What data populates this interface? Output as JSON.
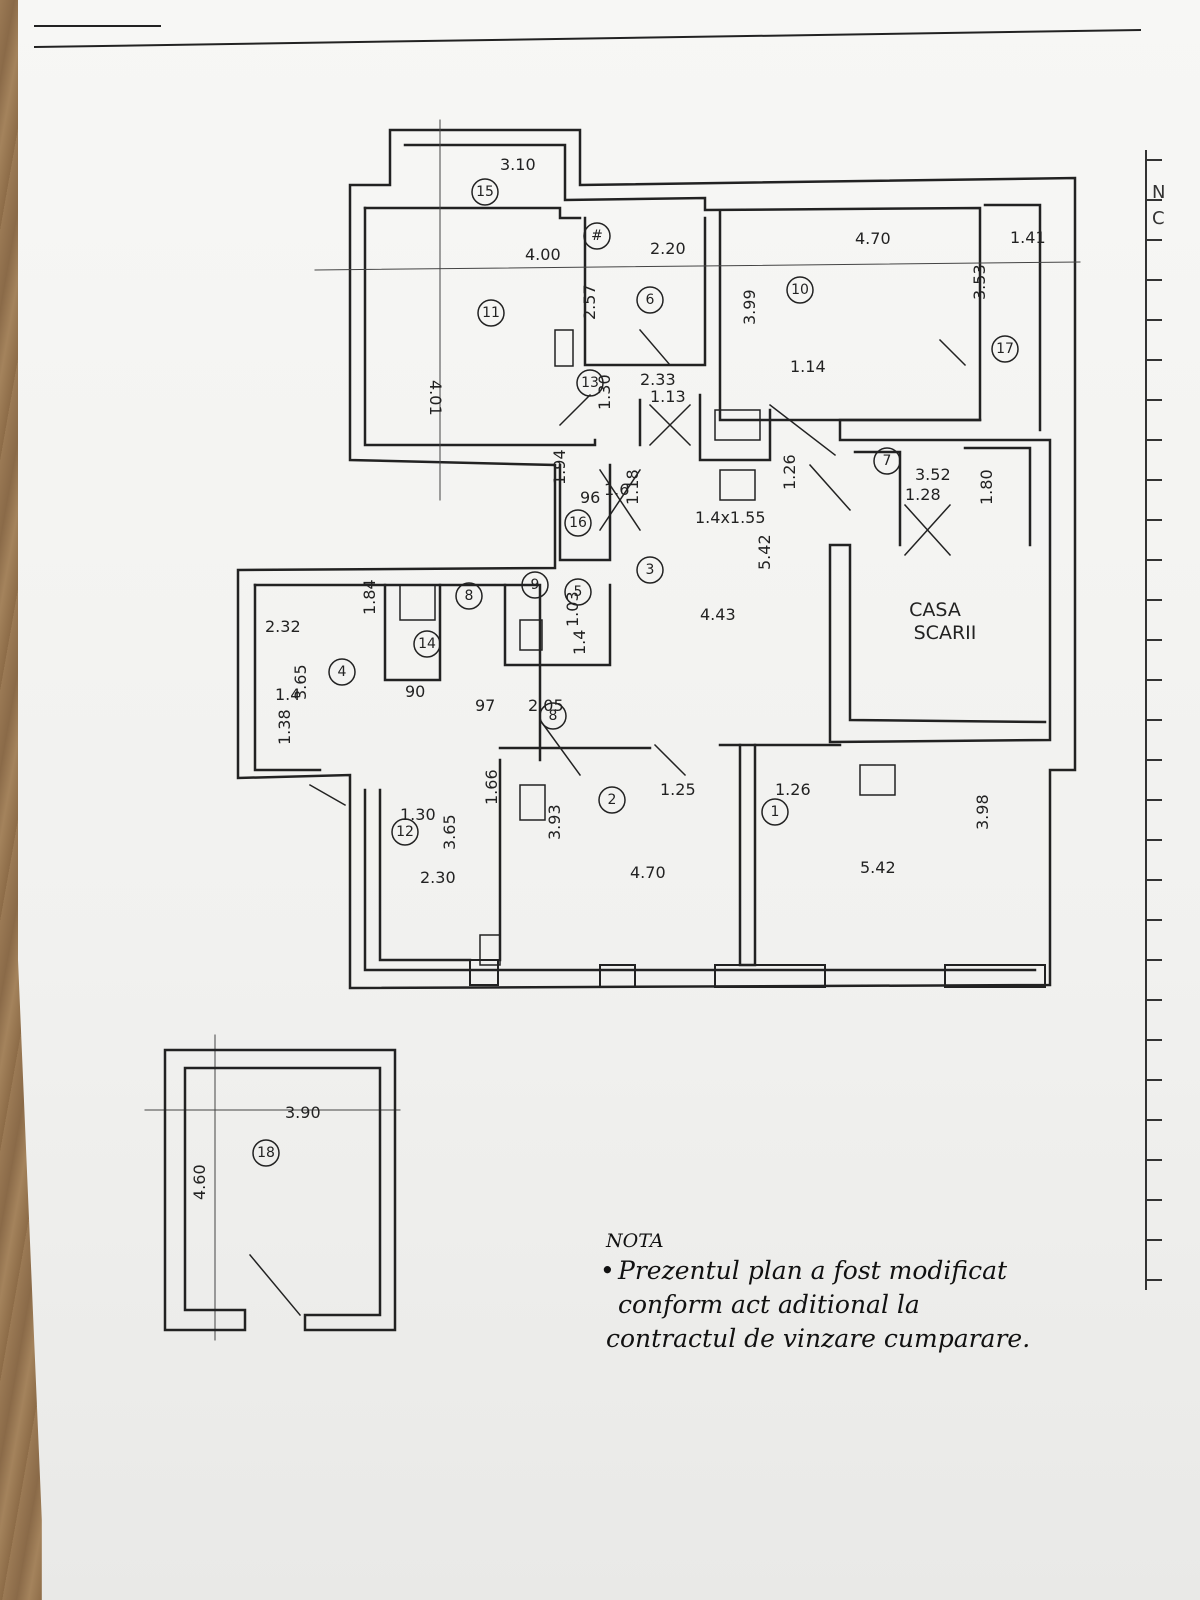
{
  "rooms": [
    {
      "id": "r1",
      "num": "1"
    },
    {
      "id": "r2",
      "num": "2"
    },
    {
      "id": "r3",
      "num": "3"
    },
    {
      "id": "r4",
      "num": "4"
    },
    {
      "id": "r5",
      "num": "5"
    },
    {
      "id": "r6",
      "num": "6"
    },
    {
      "id": "r7",
      "num": "7"
    },
    {
      "id": "r8",
      "num": "8"
    },
    {
      "id": "r8b",
      "num": "8"
    },
    {
      "id": "r9",
      "num": "9"
    },
    {
      "id": "r10",
      "num": "10"
    },
    {
      "id": "r11",
      "num": "11"
    },
    {
      "id": "r12",
      "num": "12"
    },
    {
      "id": "r13",
      "num": "13"
    },
    {
      "id": "r14",
      "num": "14"
    },
    {
      "id": "r15",
      "num": "15"
    },
    {
      "id": "r16",
      "num": "16"
    },
    {
      "id": "r17",
      "num": "17"
    },
    {
      "id": "r18",
      "num": "18"
    },
    {
      "id": "r19",
      "num": "#"
    }
  ],
  "dimensions": [
    "3.10",
    "4.00",
    "4.01",
    "2.20",
    "2.57",
    "4.70",
    "3.99",
    "1.14",
    "1.41",
    "3.53",
    "2.33",
    "1.13",
    "1.30",
    "1.94",
    "96",
    "1.6",
    "1.18",
    "1.4x1.55",
    "1.26",
    "5.42",
    "3.52",
    "1.28",
    "1.80",
    "4.43",
    "2.32",
    "1.84",
    "1.4",
    "3.65",
    "1.38",
    "90",
    "97",
    "2.05",
    "1.03",
    "1.4",
    "1.25",
    "1.26",
    "3.98",
    "1.30",
    "3.65",
    "2.30",
    "1.66",
    "3.93",
    "4.70",
    "5.42",
    "3.90",
    "4.60"
  ],
  "stair_label_1": "CASA",
  "stair_label_2": "SCARII",
  "note": {
    "title": "NOTA",
    "bullet": "•",
    "lines": [
      "Prezentul plan a fost modificat",
      "conform act aditional la",
      "contractul de vinzare cumparare."
    ]
  },
  "margin_letters": [
    "N",
    "C"
  ]
}
